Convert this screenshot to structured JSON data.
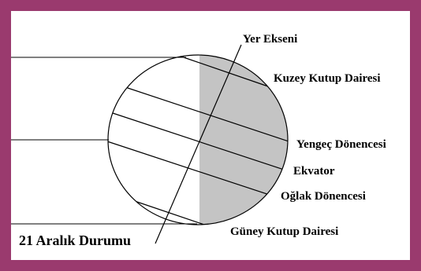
{
  "colors": {
    "frame": "#9a3a6e",
    "background": "#ffffff",
    "lit_side": "#ffffff",
    "dark_side": "#c4c4c4",
    "line": "#000000"
  },
  "labels": {
    "earth_axis": "Yer Ekseni",
    "arctic_circle": "Kuzey Kutup Dairesi",
    "tropic_cancer": "Yengeç Dönencesi",
    "equator": "Ekvator",
    "tropic_capricorn": "Oğlak Dönencesi",
    "antarctic_circle": "Güney Kutup Dairesi",
    "caption": "21 Aralık Durumu"
  }
}
